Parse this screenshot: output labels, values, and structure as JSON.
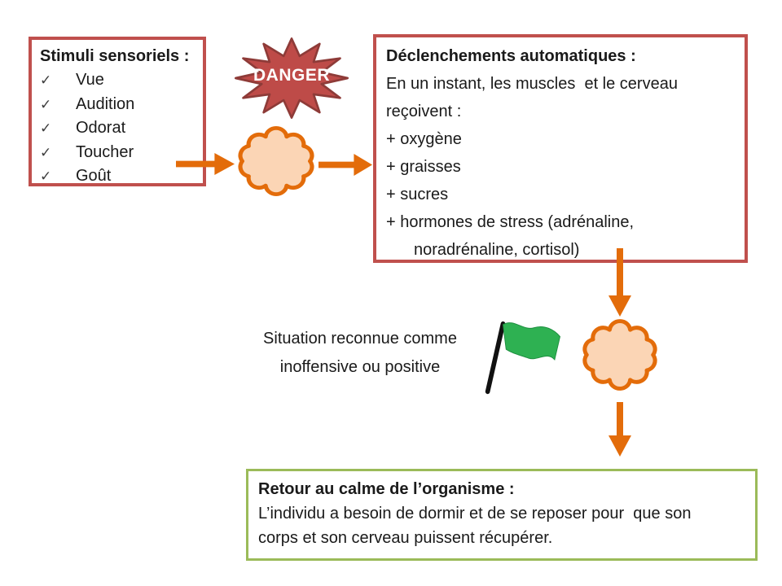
{
  "colors": {
    "box_red_border": "#C0504D",
    "box_green_border": "#9BBB59",
    "star_fill": "#BE4B48",
    "star_stroke": "#8E3B38",
    "star_text": "#FFFFFF",
    "cloud_fill": "#FBD5B5",
    "cloud_stroke": "#E36C0A",
    "arrow_orange": "#E36C0A",
    "flag_green": "#2EB152",
    "flag_pole_black": "#111111",
    "text": "#1A1A1A"
  },
  "stimuli_box": {
    "title": "Stimuli sensoriels :",
    "check_glyph": "✓",
    "items": [
      "Vue",
      "Audition",
      "Odorat",
      "Toucher",
      "Goût"
    ]
  },
  "danger_star": {
    "label": "DANGER"
  },
  "triggers_box": {
    "title": "Déclenchements automatiques :",
    "lines": [
      "En un instant, les muscles  et le cerveau",
      "reçoivent :",
      "+ oxygène",
      "+ graisses",
      "+ sucres",
      "+ hormones de stress (adrénaline,",
      "noradrénaline, cortisol)"
    ]
  },
  "situation_label": {
    "line1": "Situation reconnue comme",
    "line2": "inoffensive ou positive"
  },
  "calm_box": {
    "title": "Retour au calme de l’organisme :",
    "lines": [
      "L’individu a besoin de dormir et de se reposer pour  que son",
      "corps et son cerveau puissent récupérer."
    ]
  }
}
